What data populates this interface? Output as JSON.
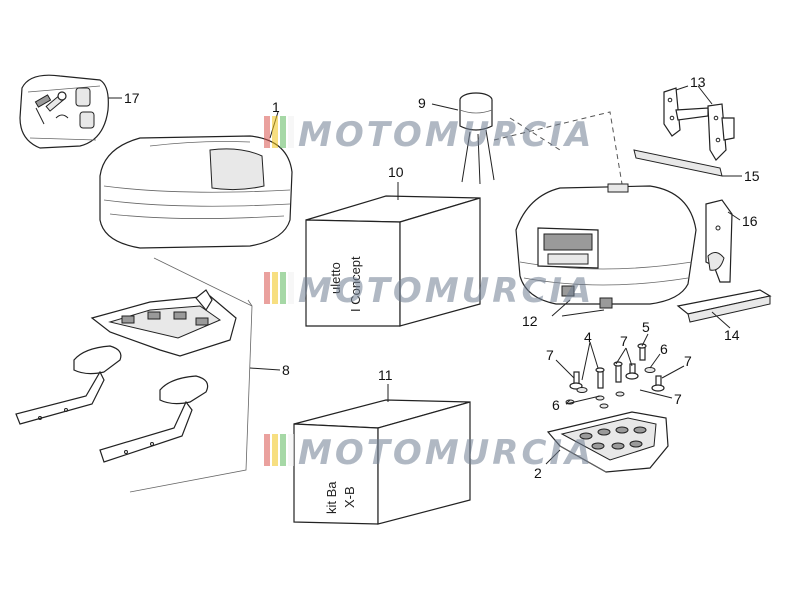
{
  "watermark": {
    "text": "MOTOMURCIA",
    "colors": [
      "#d9534f",
      "#f0c419",
      "#5cb85c",
      "#f0f0f0"
    ]
  },
  "callouts": {
    "c1": "1",
    "c2": "2",
    "c4": "4",
    "c5": "5",
    "c6a": "6",
    "c6b": "6",
    "c7a": "7",
    "c7b": "7",
    "c7c": "7",
    "c7d": "7",
    "c8": "8",
    "c9": "9",
    "c10": "10",
    "c11": "11",
    "c12": "12",
    "c13": "13",
    "c14": "14",
    "c15": "15",
    "c16": "16",
    "c17": "17"
  },
  "boxes": {
    "box10_line1": "uletto",
    "box10_line2": "I Concept",
    "box11_line1": "kit Ba",
    "box11_line2": "X-B"
  }
}
